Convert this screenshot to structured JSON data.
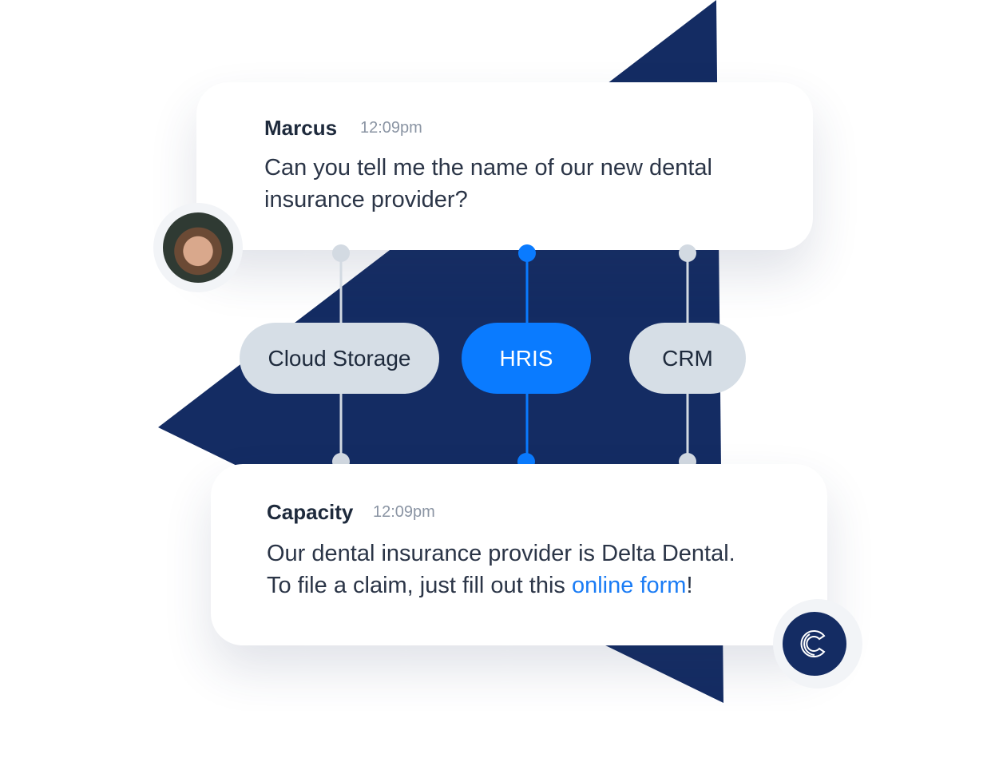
{
  "colors": {
    "navy": "#142c63",
    "accent": "#0a7bff",
    "pill": "#d6dee6",
    "connector": "#d3dae2"
  },
  "user_message": {
    "sender": "Marcus",
    "time": "12:09pm",
    "text": "Can you tell me the name of our new dental insurance provider?"
  },
  "sources": [
    {
      "label": "Cloud Storage",
      "active": false
    },
    {
      "label": "HRIS",
      "active": true
    },
    {
      "label": "CRM",
      "active": false
    }
  ],
  "bot_message": {
    "sender": "Capacity",
    "time": "12:09pm",
    "line1": "Our dental insurance provider is Delta Dental.",
    "line2_before": "To file a claim, just fill out this ",
    "link": "online form",
    "line2_after": "!"
  },
  "icons": {
    "avatar": "user-avatar",
    "logo": "capacity-logo-icon"
  }
}
